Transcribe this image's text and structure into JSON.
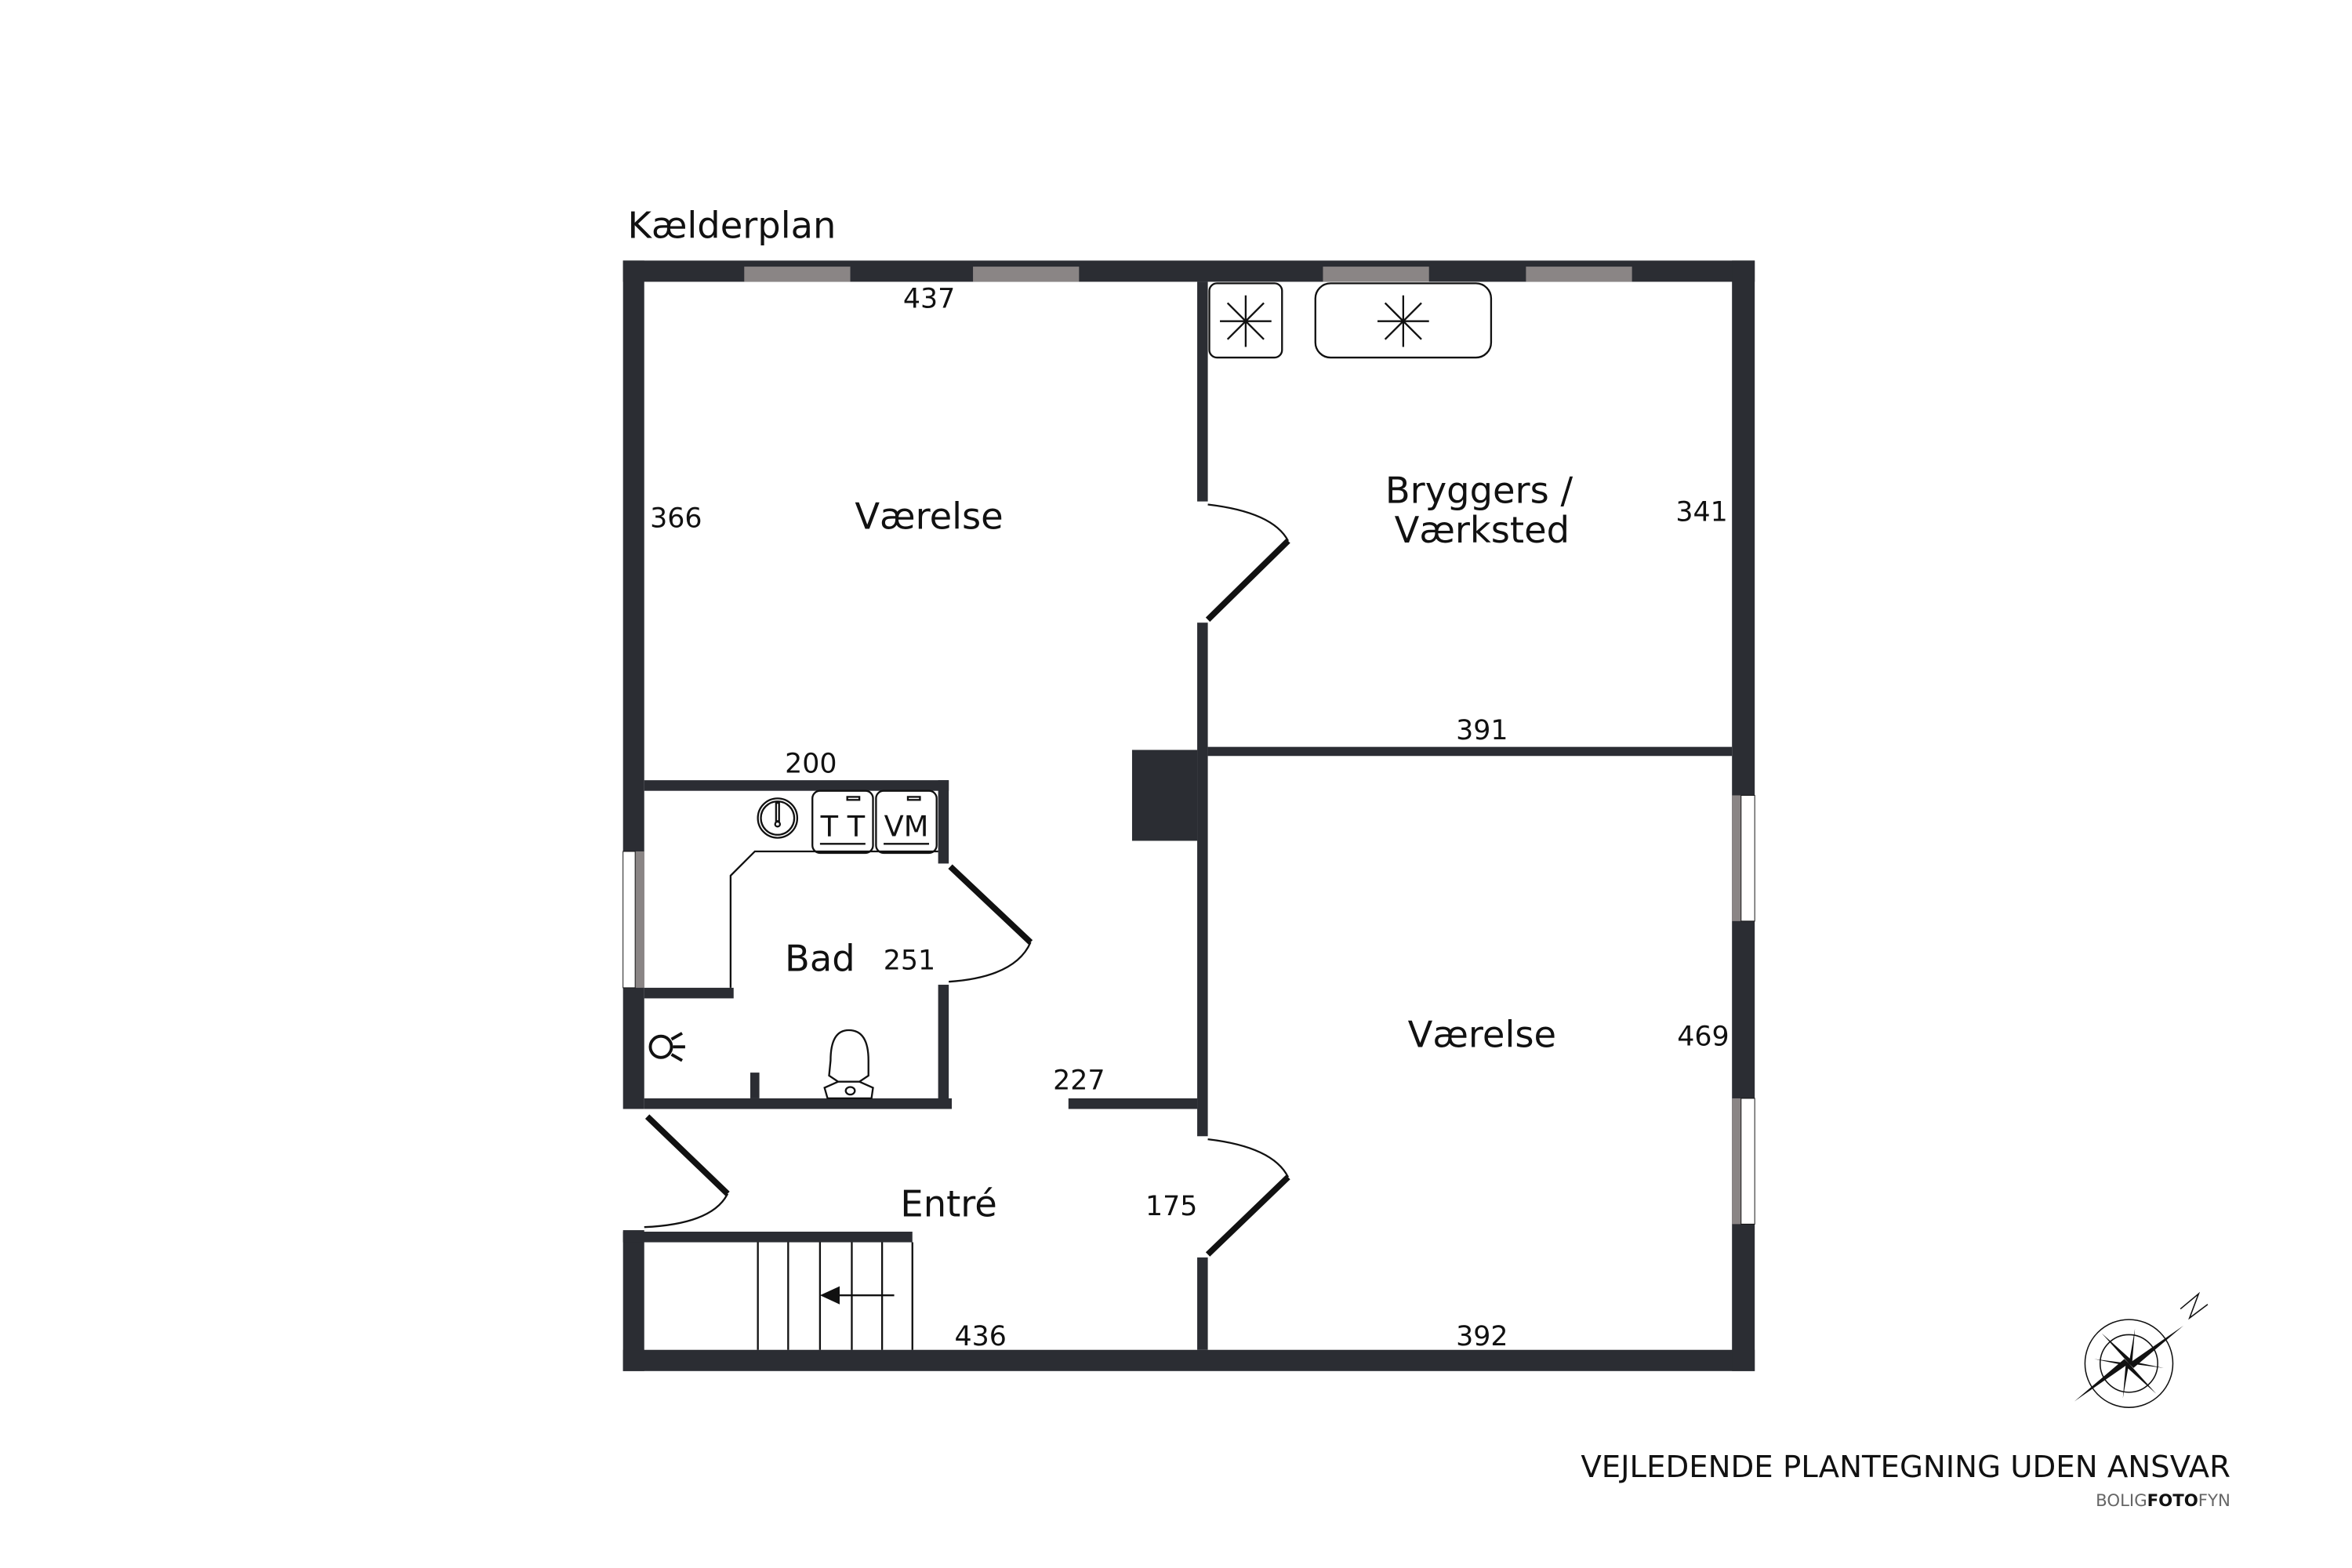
{
  "plan": {
    "title": "Kælderplan",
    "rooms": [
      {
        "name": "Værelse",
        "dims": [
          "437",
          "366"
        ]
      },
      {
        "name": "Bryggers /",
        "name2": "Værksted",
        "dims": [
          "341",
          "391"
        ]
      },
      {
        "name": "Bad",
        "dims": [
          "251",
          "200"
        ]
      },
      {
        "name": "Værelse",
        "dims": [
          "469",
          "392"
        ]
      },
      {
        "name": "Entré",
        "dims": [
          "227",
          "175",
          "436"
        ]
      }
    ],
    "appliances": {
      "dryer": "T T",
      "washer": "VM"
    }
  },
  "footer": {
    "disclaimer": "VEJLEDENDE PLANTEGNING UDEN ANSVAR",
    "logo": {
      "part1": "BOLIG",
      "part2": "FOTO",
      "part3": "FYN"
    }
  },
  "colors": {
    "wall": "#2b2d33",
    "window": "#8a8585"
  },
  "icons": [
    "compass-rose-icon",
    "fan-icon",
    "sink-icon",
    "toilet-icon",
    "shower-icon",
    "stair-arrow-icon"
  ]
}
